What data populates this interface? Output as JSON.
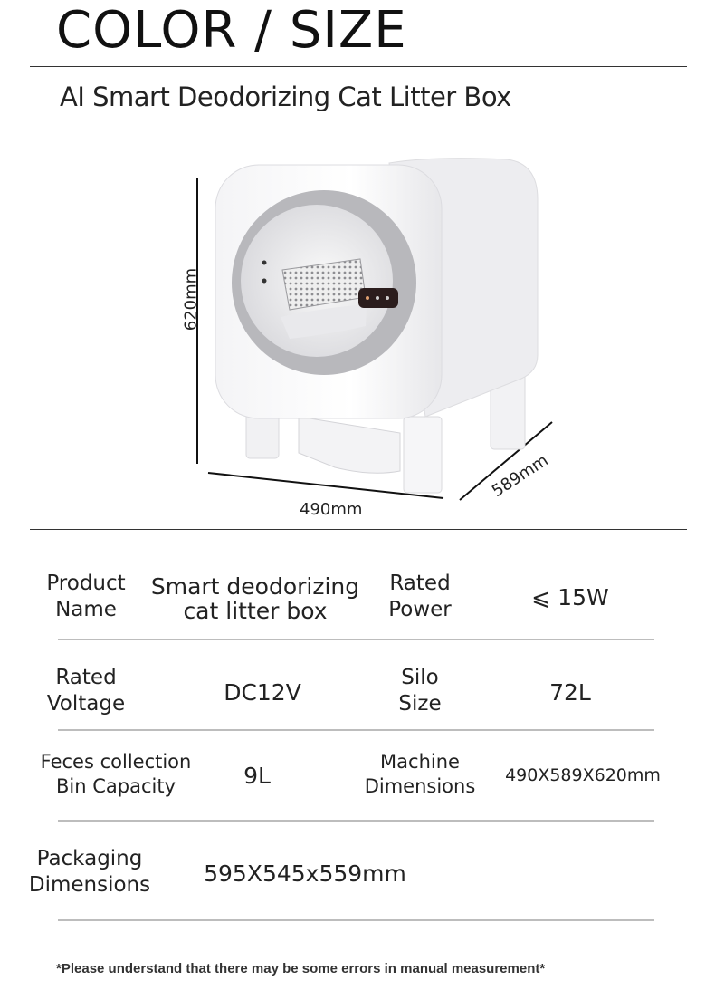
{
  "header": {
    "title": "COLOR / SIZE",
    "subtitle": "AI Smart Deodorizing Cat Litter Box"
  },
  "diagram": {
    "height_label": "620mm",
    "width_label": "490mm",
    "depth_label": "589mm"
  },
  "specs": {
    "product_name_label": [
      "Product",
      "Name"
    ],
    "product_name_value": [
      "Smart deodorizing",
      "cat litter box"
    ],
    "rated_power_label": [
      "Rated",
      "Power"
    ],
    "rated_power_value": "⩽ 15W",
    "rated_voltage_label": [
      "Rated",
      "Voltage"
    ],
    "rated_voltage_value": "DC12V",
    "silo_size_label": [
      "Silo",
      "Size"
    ],
    "silo_size_value": "72L",
    "bin_capacity_label": [
      "Feces collection",
      "Bin Capacity"
    ],
    "bin_capacity_value": "9L",
    "machine_dimensions_label": [
      "Machine",
      "Dimensions"
    ],
    "machine_dimensions_value": "490X589X620mm",
    "packaging_dimensions_label": [
      "Packaging",
      "Dimensions"
    ],
    "packaging_dimensions_value": "595X545x559mm"
  },
  "footer": {
    "note": "*Please understand that there may be some errors in manual measurement*"
  },
  "colors": {
    "body_white": "#f7f7f8",
    "ring_grey": "#b9b9bd",
    "panel_dark": "#2b1d1d",
    "rule": "#bdbdbd"
  }
}
